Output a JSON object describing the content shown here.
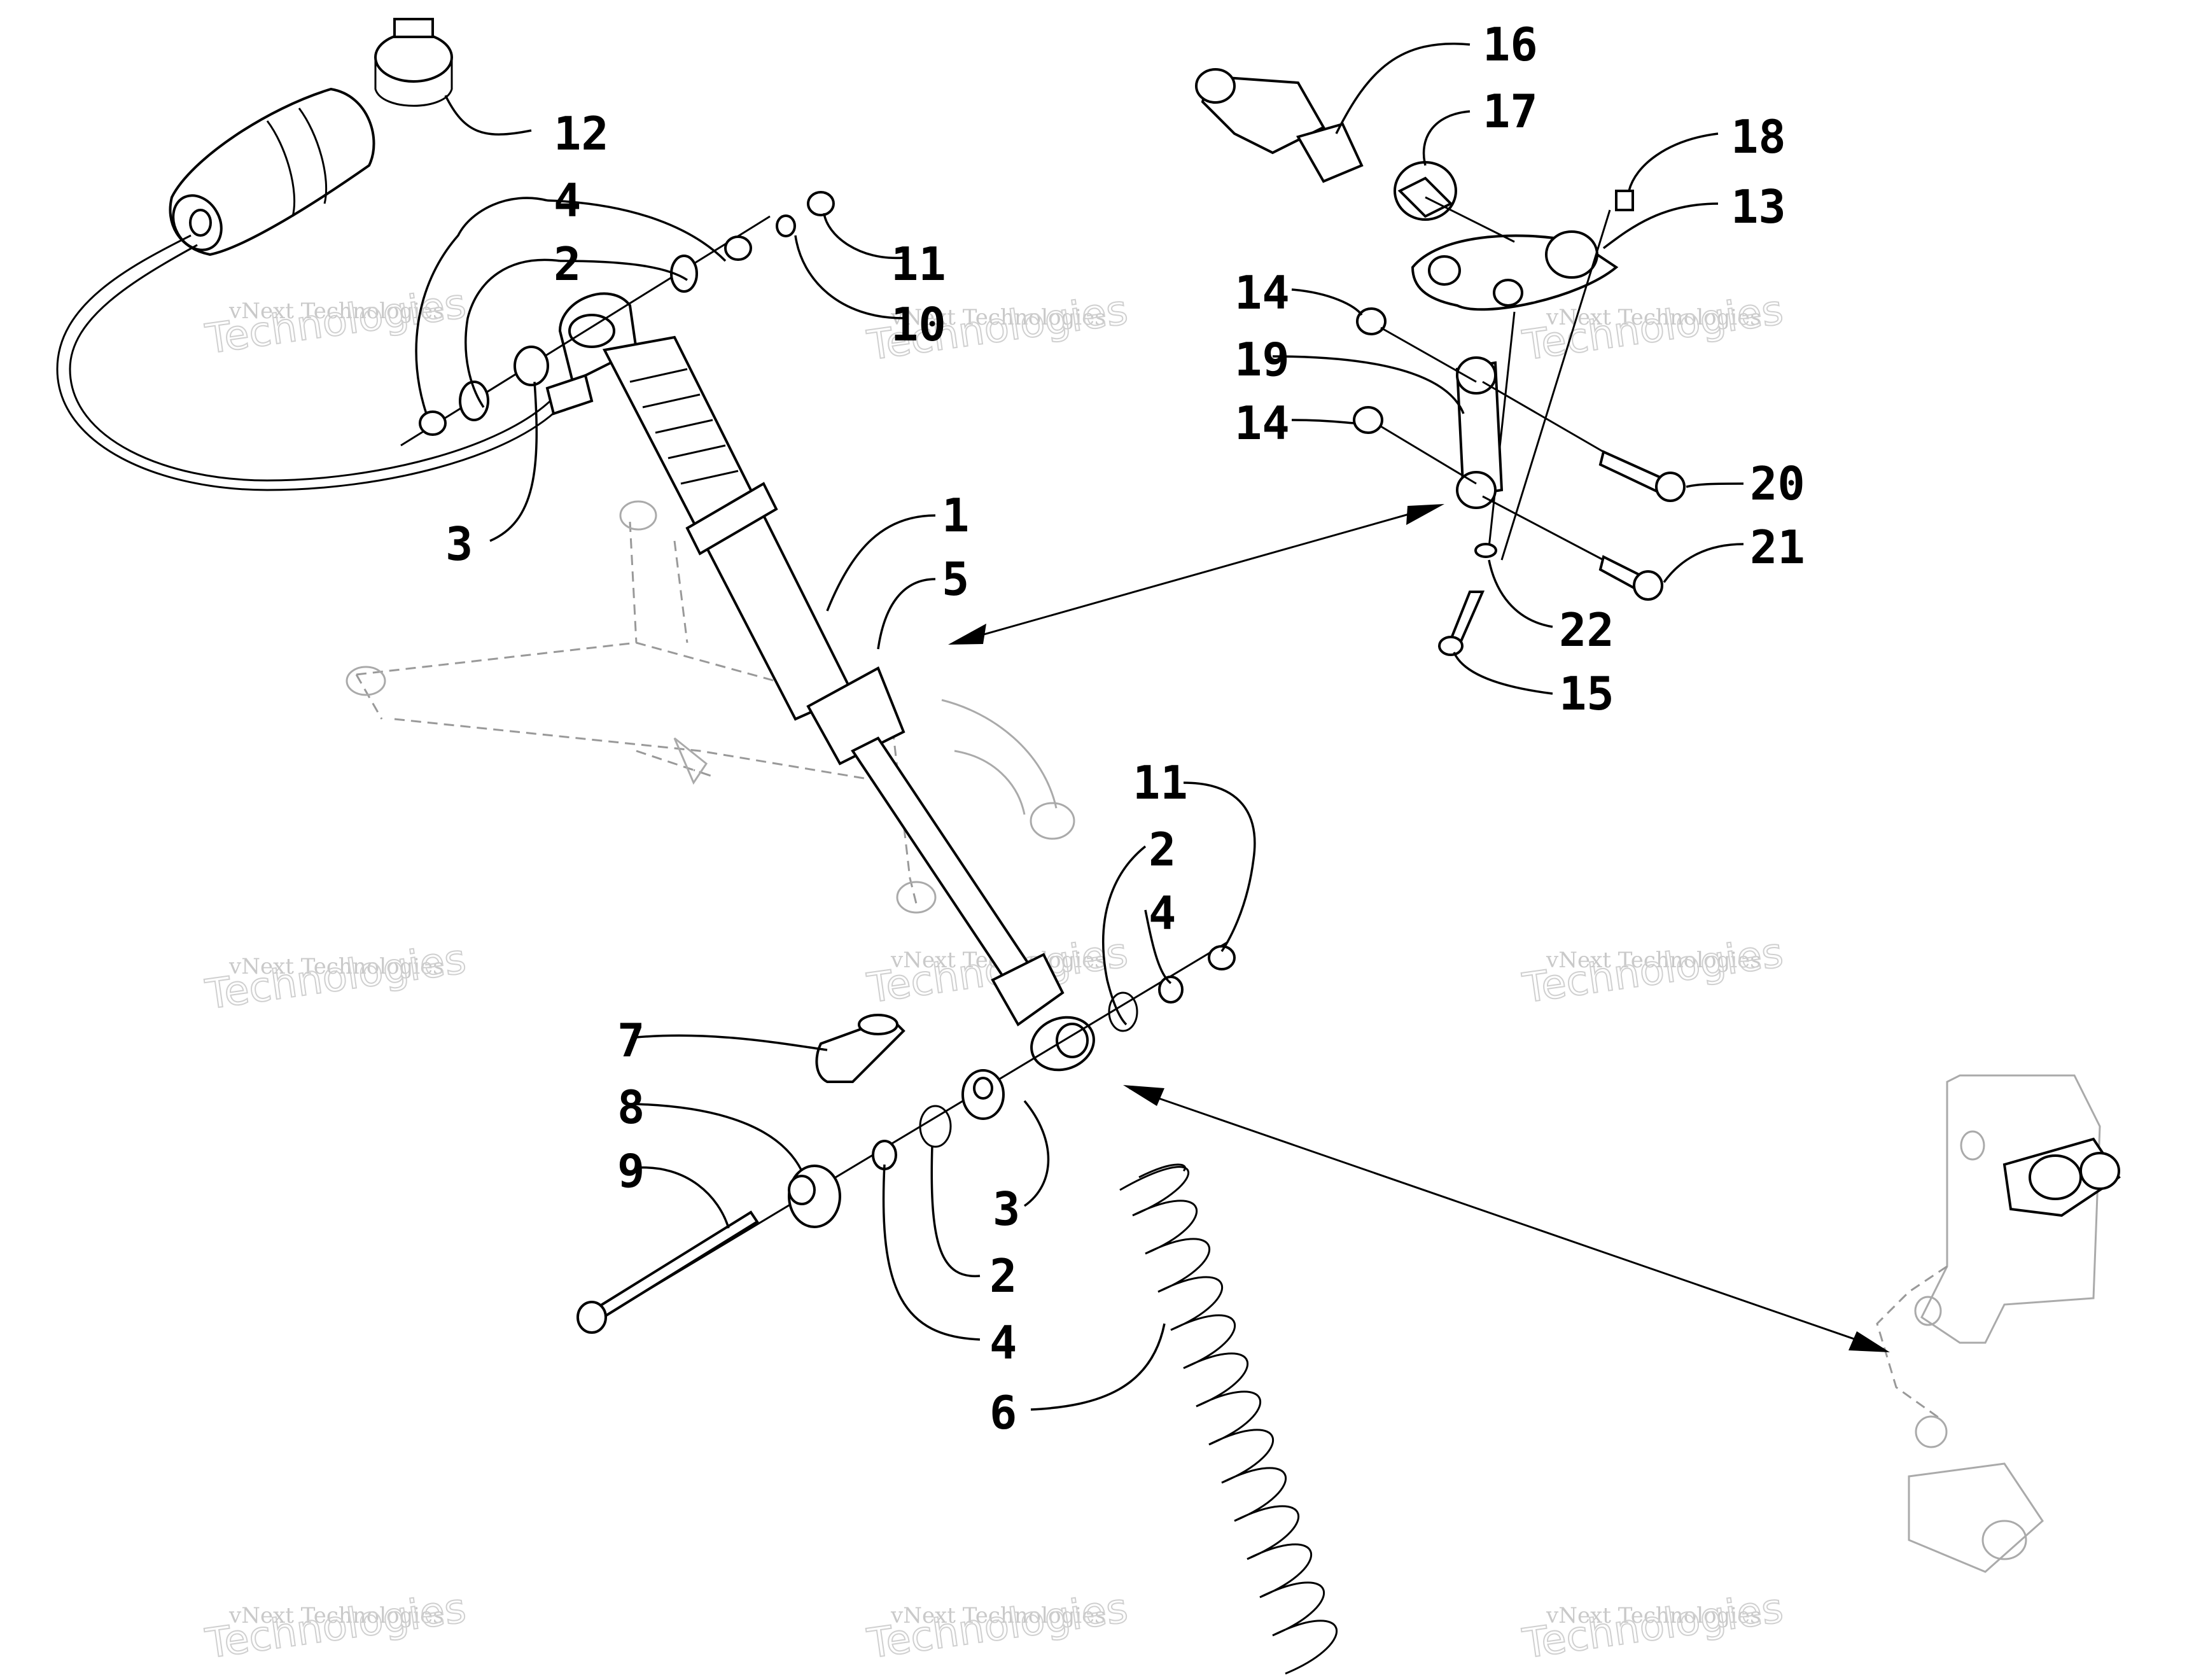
{
  "callouts": [
    "1",
    "2",
    "3",
    "4",
    "5",
    "6",
    "7",
    "8",
    "9",
    "10",
    "11",
    "12",
    "13",
    "14",
    "15",
    "16",
    "17",
    "18",
    "19",
    "20",
    "21",
    "22"
  ],
  "watermark": {
    "line1": "vNext Technologies",
    "line2": "Technologies"
  },
  "colors": {
    "ink": "#000000",
    "ghost": "#999999",
    "watermark": "#c9c9c9"
  }
}
